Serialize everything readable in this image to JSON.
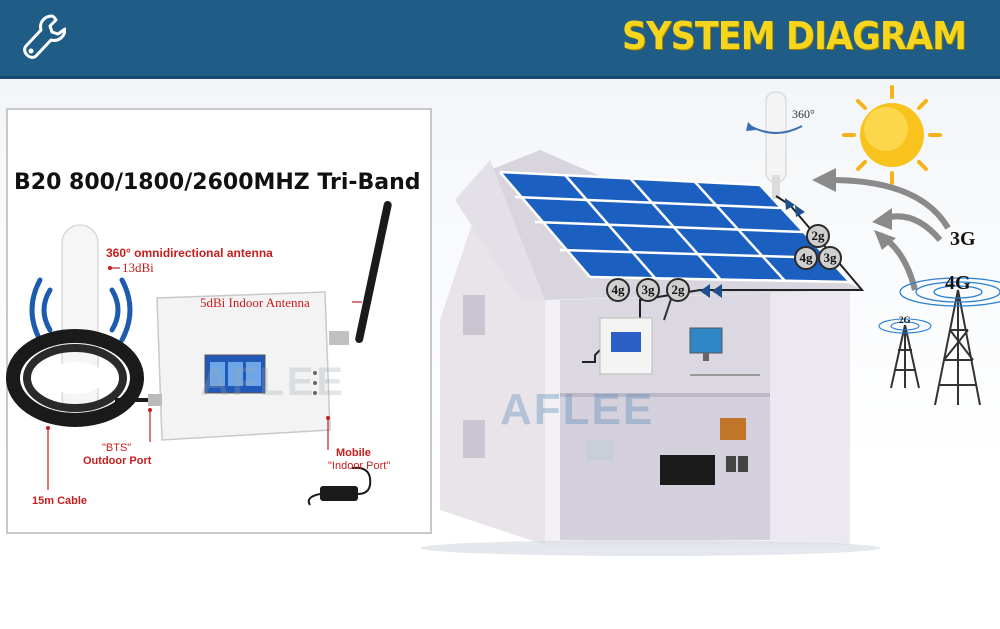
{
  "header": {
    "title": "SYSTEM DIAGRAM",
    "icon": "wrench-icon",
    "background": "#1f5d87",
    "title_color": "#f7d51d"
  },
  "product_panel": {
    "title": "B20 800/1800/2600MHZ Tri-Band",
    "outdoor_antenna_label": "360° omnidirectional antenna",
    "outdoor_gain": "13dBi",
    "indoor_antenna_label": "5dBi Indoor Antenna",
    "bts_port_label": "\"BTS\"",
    "outdoor_port_label": "Outdoor Port",
    "mobile_label": "Mobile",
    "indoor_port_label": "\"Indoor Port\"",
    "cable_label": "15m Cable",
    "watermark": "AFLEE"
  },
  "house_scene": {
    "antenna_rotation_label": "360°",
    "roof_badges": [
      "2g",
      "4g",
      "3g"
    ],
    "indoor_badges": [
      "4g",
      "3g",
      "2g"
    ],
    "tower_labels": {
      "small": "2G",
      "signal_3g": "3G",
      "signal_4g": "4G"
    },
    "watermark": "AFLEE"
  }
}
